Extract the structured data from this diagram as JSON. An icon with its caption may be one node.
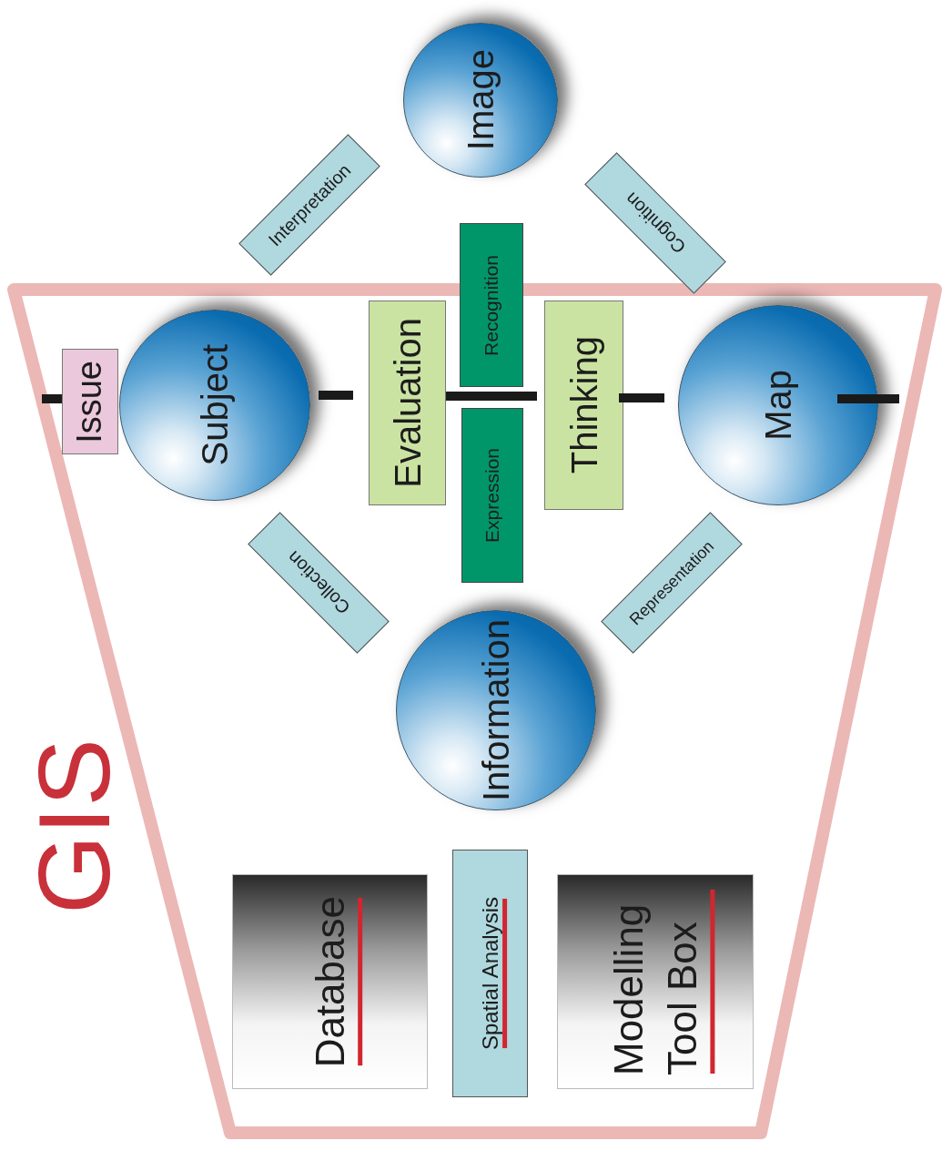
{
  "diagram": {
    "nodes": [
      {
        "text": [
          "GIS"
        ]
      },
      {
        "text": [
          "Image"
        ]
      },
      {
        "text": [
          "Interpretation"
        ]
      },
      {
        "text": [
          "Cognition"
        ]
      },
      {
        "text": [
          "Recognition"
        ]
      },
      {
        "text": [
          "Subject"
        ],
        "in": 0
      },
      {
        "text": [
          "Issue"
        ],
        "in": 0
      },
      {
        "text": [
          "Evaluation"
        ],
        "in": 0
      },
      {
        "text": [
          "Thinking"
        ],
        "in": 0
      },
      {
        "text": [
          "Map"
        ],
        "in": 0
      },
      {
        "text": [
          "Expression"
        ],
        "in": 0
      },
      {
        "text": [
          "Collection"
        ],
        "in": 0
      },
      {
        "text": [
          "Representation"
        ],
        "in": 0
      },
      {
        "text": [
          "Information"
        ],
        "in": 0
      },
      {
        "text": [
          "Database"
        ],
        "in": 0
      },
      {
        "text": [
          "Spatial Analysis"
        ],
        "in": 0
      },
      {
        "text": [
          "Modelling Tool Box"
        ],
        "in": 0
      }
    ]
  }
}
